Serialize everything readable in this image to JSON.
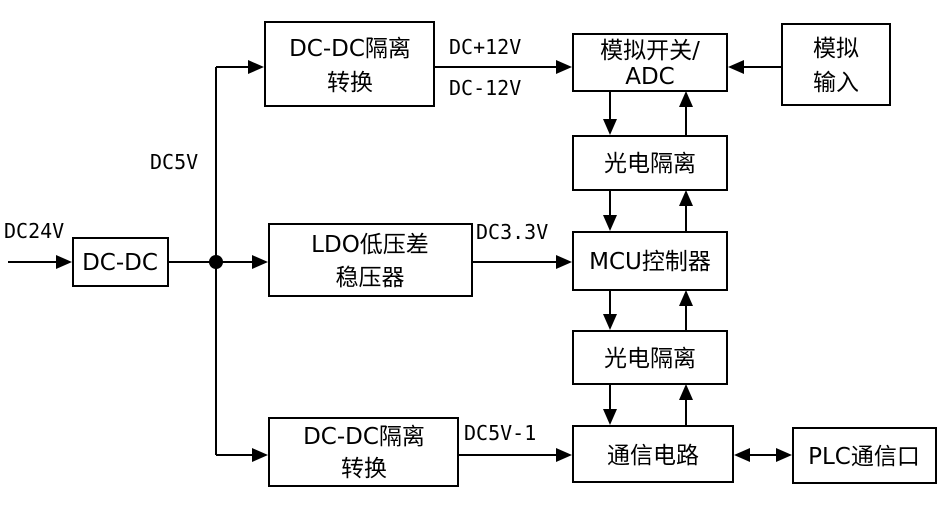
{
  "blocks": {
    "dcdc_main": {
      "lines": [
        "DC-DC"
      ]
    },
    "dcdc_iso_top": {
      "lines": [
        "DC-DC隔离",
        "转换"
      ]
    },
    "ldo": {
      "lines": [
        "LDO低压差",
        "稳压器"
      ]
    },
    "dcdc_iso_bottom": {
      "lines": [
        "DC-DC隔离",
        "转换"
      ]
    },
    "analog_switch_adc": {
      "lines": [
        "模拟开关/",
        "ADC"
      ]
    },
    "analog_input": {
      "lines": [
        "模拟",
        "输入"
      ]
    },
    "opto_isolation_top": {
      "lines": [
        "光电隔离"
      ]
    },
    "mcu": {
      "lines": [
        "MCU控制器"
      ]
    },
    "opto_isolation_bottom": {
      "lines": [
        "光电隔离"
      ]
    },
    "comm_circuit": {
      "lines": [
        "通信电路"
      ]
    },
    "plc_port": {
      "lines": [
        "PLC通信口"
      ]
    }
  },
  "labels": {
    "dc24v": "DC24V",
    "dc5v": "DC5V",
    "dc_plus_12v": "DC+12V",
    "dc_minus_12v": "DC-12V",
    "dc3_3v": "DC3.3V",
    "dc5v_1": "DC5V-1"
  }
}
